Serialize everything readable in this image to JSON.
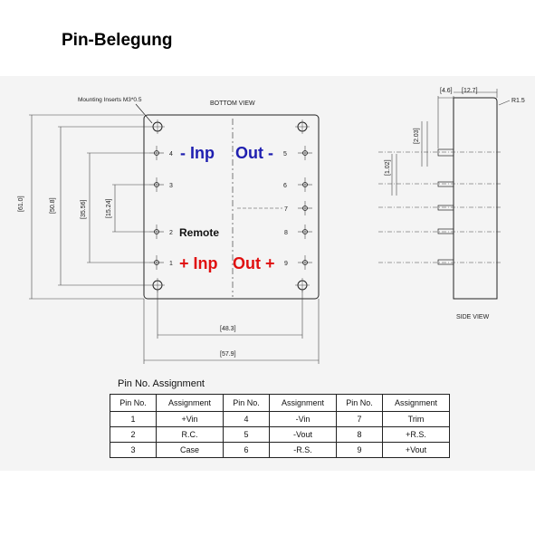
{
  "title": "Pin-Belegung",
  "bottom_view": {
    "label": "BOTTOM VIEW",
    "mounting_label": "Mounting Inserts M3*0.5",
    "remote_label": "Remote",
    "inp_minus": "- Inp",
    "out_minus": "Out -",
    "inp_plus": "+ Inp",
    "out_plus": "Out +",
    "colors": {
      "blue": "#1f1fb0",
      "red": "#e01010"
    },
    "pins": [
      {
        "no": "1",
        "side": "left"
      },
      {
        "no": "2",
        "side": "left"
      },
      {
        "no": "3",
        "side": "left"
      },
      {
        "no": "4",
        "side": "left"
      },
      {
        "no": "5",
        "side": "right"
      },
      {
        "no": "6",
        "side": "right"
      },
      {
        "no": "7",
        "side": "right"
      },
      {
        "no": "8",
        "side": "right"
      },
      {
        "no": "9",
        "side": "right"
      }
    ],
    "dimensions": {
      "height_total": "[61.0]",
      "height_mount": "[50.8]",
      "pin_span_1": "[35.56]",
      "pin_span_2": "[15.24]",
      "width_mount": "[48.3]",
      "width_total": "[57.9]"
    }
  },
  "side_view": {
    "label": "SIDE VIEW",
    "dim_a": "[4.6]",
    "dim_b": "[12.7]",
    "radius": "R1.5",
    "dim_c": "[2.03]",
    "dim_d": "[1.02]"
  },
  "pin_table": {
    "caption": "Pin No.  Assignment",
    "headers": [
      "Pin No.",
      "Assignment",
      "Pin No.",
      "Assignment",
      "Pin No.",
      "Assignment"
    ],
    "rows": [
      [
        "1",
        "+Vin",
        "4",
        "-Vin",
        "7",
        "Trim"
      ],
      [
        "2",
        "R.C.",
        "5",
        "-Vout",
        "8",
        "+R.S."
      ],
      [
        "3",
        "Case",
        "6",
        "-R.S.",
        "9",
        "+Vout"
      ]
    ]
  }
}
